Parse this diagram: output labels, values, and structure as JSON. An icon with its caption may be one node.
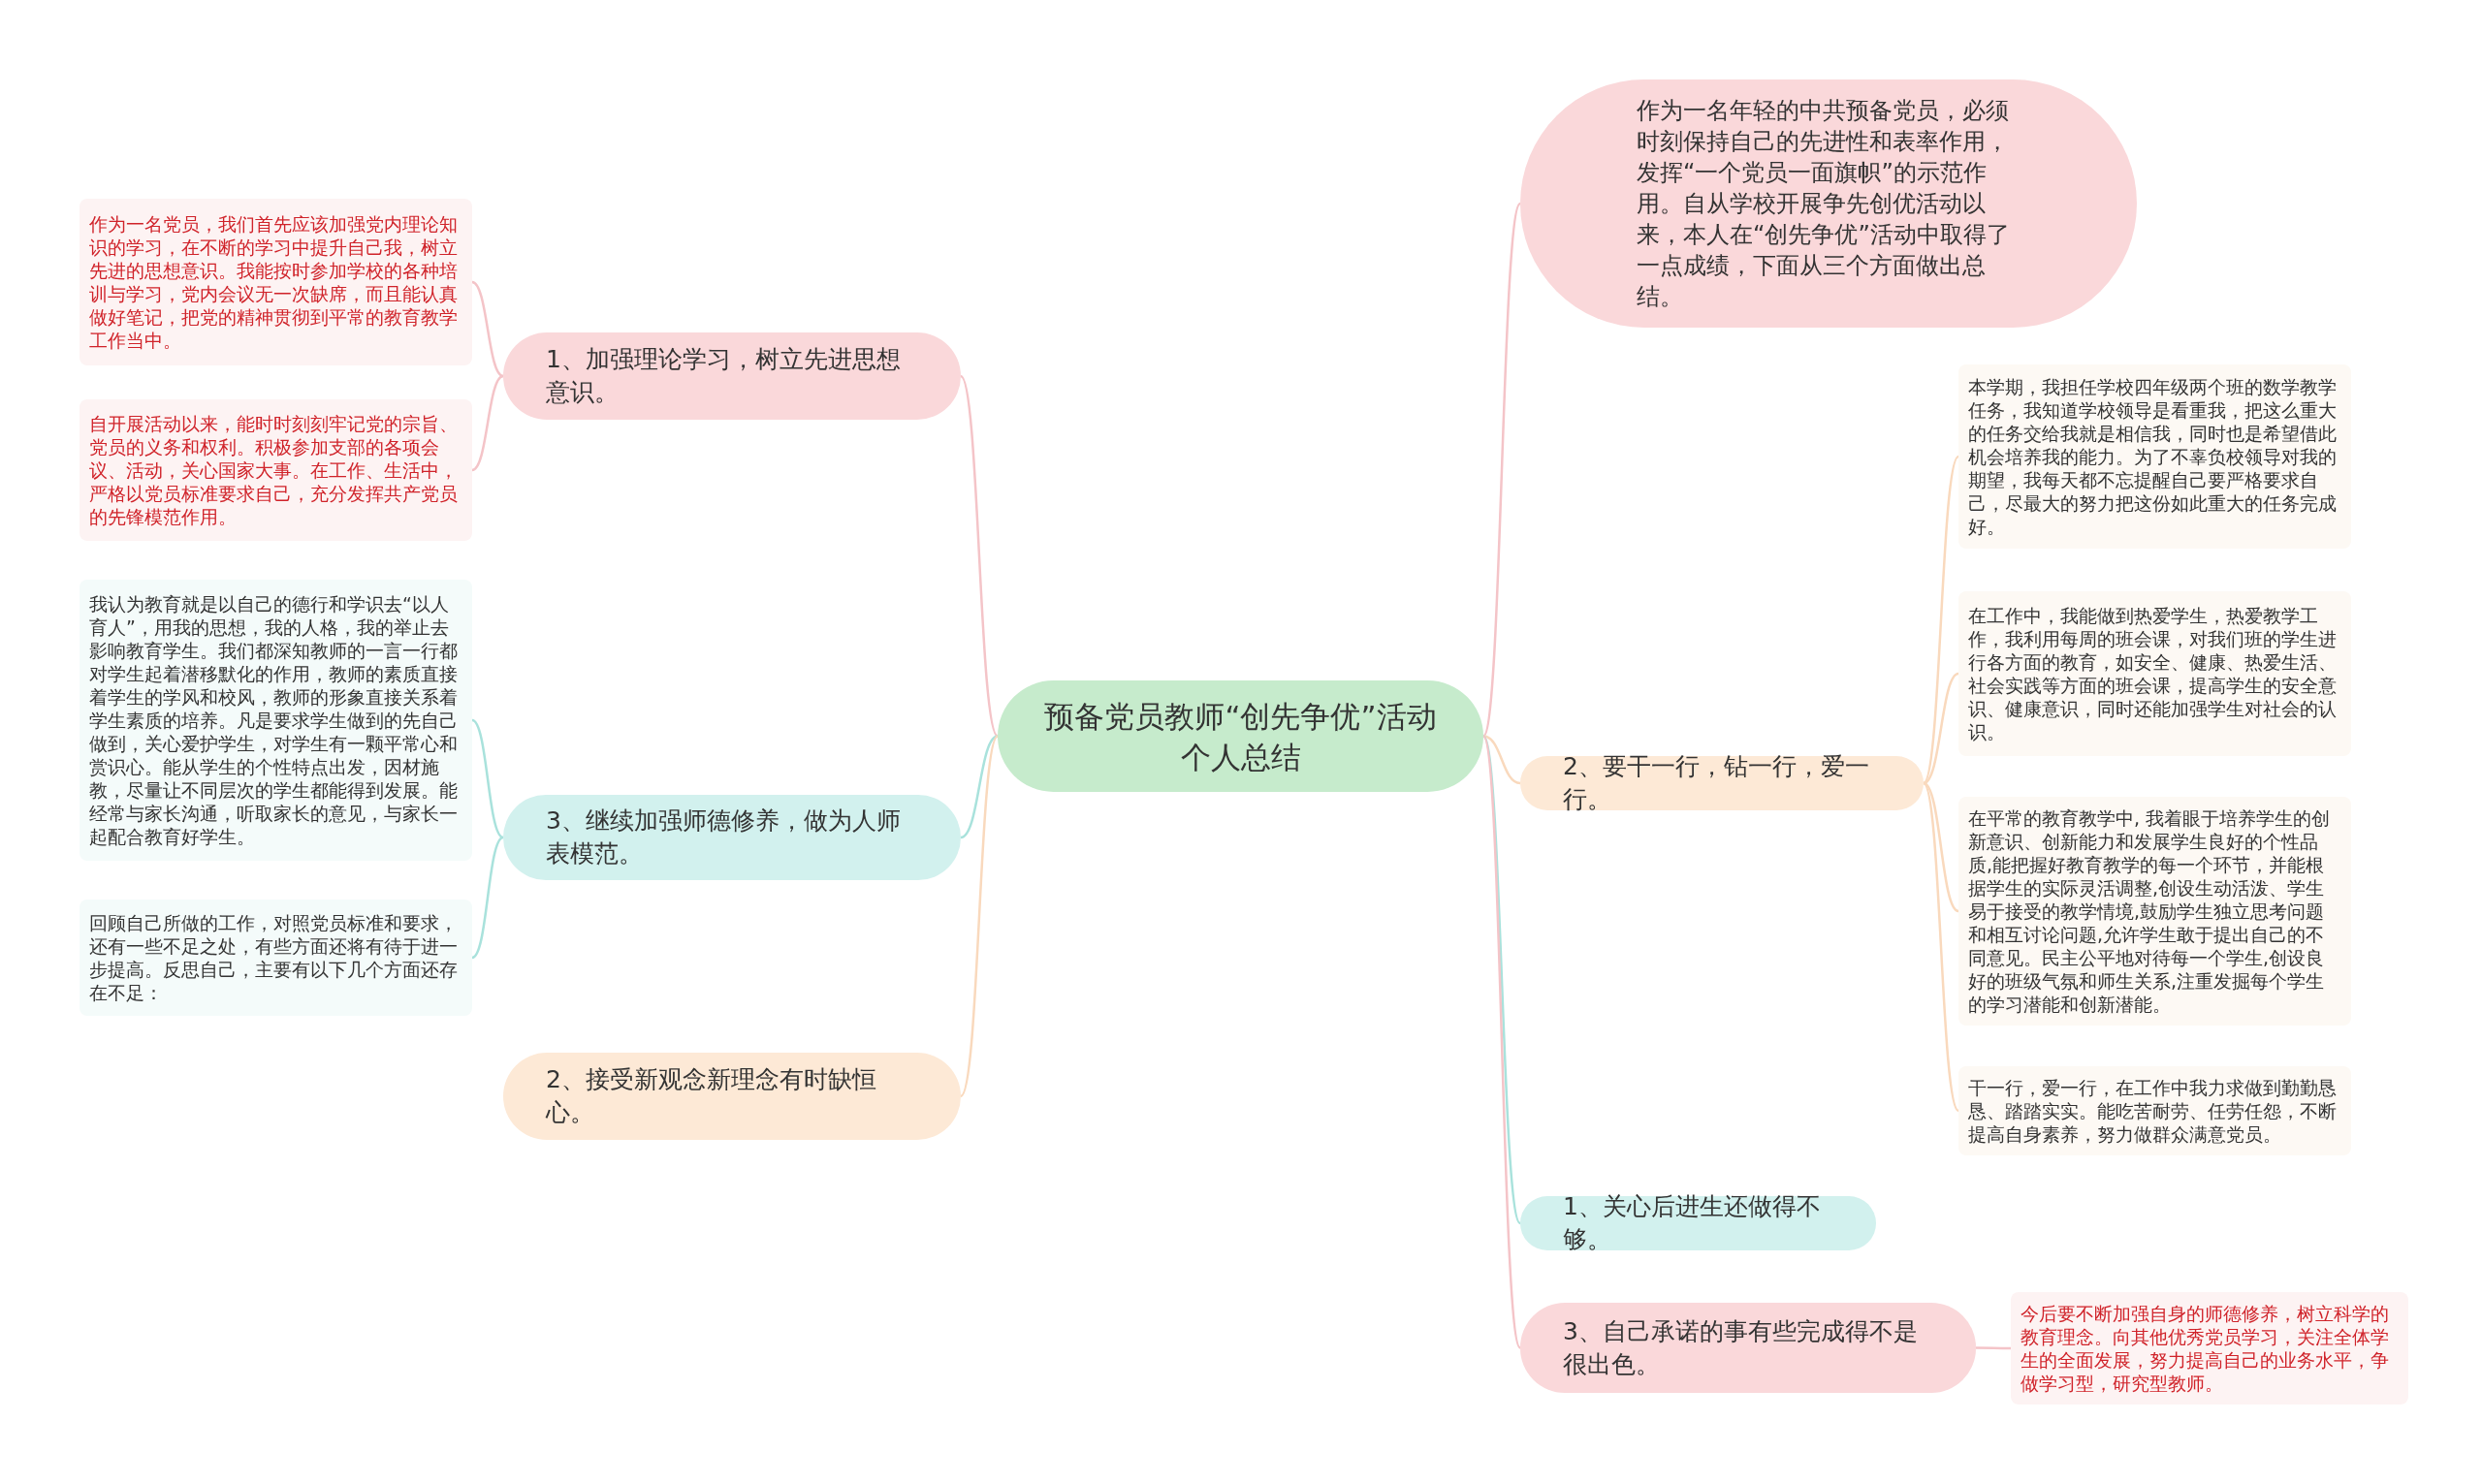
{
  "diagram": {
    "nodes": [
      {
        "text": [
          "预备党员教师“创先争优”活动个人总结"
        ]
      },
      {
        "text": [
          "1、加强理论学习，树立先进思想意识。"
        ]
      },
      {
        "text": [
          "作为一名党员，我们首先应该加强党内理论知识的学习，在不断的学习中提升自己我，树立先进的思想意识。我能按时参加学校的各种培训与学习，党内会议无一次缺席，而且能认真做好笔记，把党的精神贯彻到平常的教育教学工作当中。"
        ]
      },
      {
        "text": [
          "自开展活动以来，能时时刻刻牢记党的宗旨、党员的义务和权利。积极参加支部的各项会议、活动，关心国家大事。在工作、生活中，严格以党员标准要求自己，充分发挥共产党员的先锋模范作用。"
        ]
      },
      {
        "text": [
          "3、继续加强师德修养，做为人师表模范。"
        ]
      },
      {
        "text": [
          "我认为教育就是以自己的德行和学识去“以人育人”，用我的思想，我的人格，我的举止去影响教育学生。我们都深知教师的一言一行都对学生起着潜移默化的作用，教师的素质直接着学生的学风和校风，教师的形象直接关系着学生素质的培养。凡是要求学生做到的先自己做到，关心爱护学生，对学生有一颗平常心和赏识心。能从学生的个性特点出发，因材施教，尽量让不同层次的学生都能得到发展。能经常与家长沟通，听取家长的意见，与家长一起配合教育好学生。"
        ]
      },
      {
        "text": [
          "回顾自己所做的工作，对照党员标准和要求，还有一些不足之处，有些方面还将有待于进一步提高。反思自己，主要有以下几个方面还存在不足："
        ]
      },
      {
        "text": [
          "2、接受新观念新理念有时缺恒心。"
        ]
      },
      {
        "text": [
          "作为一名年轻的中共预备党员，必须时刻保持自己的先进性和表率作用，发挥“一个党员一面旗帜”的示范作用。自从学校开展争先创优活动以来，本人在“创先争优”活动中取得了一点成绩，下面从三个方面做出总结。"
        ]
      },
      {
        "text": [
          "2、要干一行，钻一行，爱一行。"
        ]
      },
      {
        "text": [
          "本学期，我担任学校四年级两个班的数学教学任务，我知道学校领导是看重我，把这么重大的任务交给我就是相信我，同时也是希望借此机会培养我的能力。为了不辜负校领导对我的期望，我每天都不忘提醒自己要严格要求自己，尽最大的努力把这份如此重大的任务完成好。"
        ]
      },
      {
        "text": [
          "在工作中，我能做到热爱学生，热爱教学工作，我利用每周的班会课，对我们班的学生进行各方面的教育，如安全、健康、热爱生活、社会实践等方面的班会课，提高学生的安全意识、健康意识，同时还能加强学生对社会的认识。"
        ]
      },
      {
        "text": [
          "在平常的教育教学中, 我着眼于培养学生的创新意识、创新能力和发展学生良好的个性品质,能把握好教育教学的每一个环节，并能根据学生的实际灵活调整,创设生动活泼、学生易于接受的教学情境,鼓励学生独立思考问题和相互讨论问题,允许学生敢于提出自己的不同意见。民主公平地对待每一个学生,创设良好的班级气氛和师生关系,注重发掘每个学生的学习潜能和创新潜能。"
        ]
      },
      {
        "text": [
          "干一行，爱一行，在工作中我力求做到勤勤恳恳、踏踏实实。能吃苦耐劳、任劳任怨，不断提高自身素养，努力做群众满意党员。"
        ]
      },
      {
        "text": [
          "1、关心后进生还做得不够。"
        ]
      },
      {
        "text": [
          "3、自己承诺的事有些完成得不是很出色。"
        ]
      },
      {
        "text": [
          "今后要不断加强自身的师德修养，树立科学的教育理念。向其他优秀党员学习，关注全体学生的全面发展，努力提高自己的业务水平，争做学习型，研究型教师。"
        ]
      }
    ],
    "edges": [
      {
        "from": 0,
        "to": 1,
        "arrow": "none",
        "color": "#f4c4c8"
      },
      {
        "from": 1,
        "to": 2,
        "arrow": "none",
        "color": "#f4c4c8"
      },
      {
        "from": 1,
        "to": 3,
        "arrow": "none",
        "color": "#f4c4c8"
      },
      {
        "from": 0,
        "to": 4,
        "arrow": "none",
        "color": "#a9e2dc"
      },
      {
        "from": 4,
        "to": 5,
        "arrow": "none",
        "color": "#a9e2dc"
      },
      {
        "from": 4,
        "to": 6,
        "arrow": "none",
        "color": "#a9e2dc"
      },
      {
        "from": 0,
        "to": 7,
        "arrow": "none",
        "color": "#f9d9bd"
      },
      {
        "from": 0,
        "to": 8,
        "arrow": "none",
        "color": "#f4c4c8"
      },
      {
        "from": 0,
        "to": 9,
        "arrow": "none",
        "color": "#f9d9bd"
      },
      {
        "from": 9,
        "to": 10,
        "arrow": "none",
        "color": "#f9d9bd"
      },
      {
        "from": 9,
        "to": 11,
        "arrow": "none",
        "color": "#f9d9bd"
      },
      {
        "from": 9,
        "to": 12,
        "arrow": "none",
        "color": "#f9d9bd"
      },
      {
        "from": 9,
        "to": 13,
        "arrow": "none",
        "color": "#f9d9bd"
      },
      {
        "from": 0,
        "to": 14,
        "arrow": "none",
        "color": "#a9e2dc"
      },
      {
        "from": 0,
        "to": 15,
        "arrow": "none",
        "color": "#f4c4c8"
      },
      {
        "from": 15,
        "to": 16,
        "arrow": "none",
        "color": "#f4c4c8"
      }
    ]
  }
}
